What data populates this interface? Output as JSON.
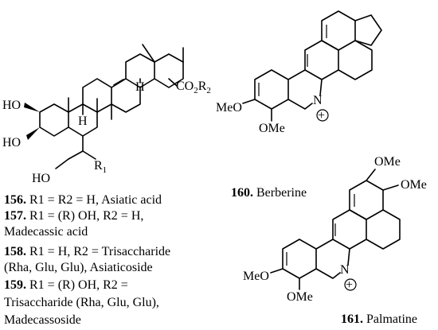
{
  "triterpenoid": {
    "atoms": {
      "ho_top": "HO",
      "ho_mid": "HO",
      "ho_bottom": "HO",
      "h_upper": "H",
      "h_lower": "H",
      "ester": "CO",
      "ester_sub": "2",
      "ester_r": "R",
      "ester_r_sub": "2",
      "r1": "R",
      "r1_sub": "1"
    },
    "captions": [
      {
        "number": "156.",
        "text": " R1 = R2 = H, Asiatic acid"
      },
      {
        "number": "157.",
        "text": " R1 = (R) OH, R2 = H,"
      },
      {
        "number": "",
        "text": "Madecassic acid"
      },
      {
        "number": "158.",
        "text": " R1 = H, R2 = Trisaccharide"
      },
      {
        "number": "",
        "text": "(Rha, Glu, Glu), Asiaticoside"
      },
      {
        "number": "159.",
        "text": " R1 = (R) OH, R2 ="
      },
      {
        "number": "",
        "text": "Trisaccharide (Rha, Glu, Glu),"
      },
      {
        "number": "",
        "text": "Madecassoside"
      }
    ]
  },
  "berberine": {
    "atoms": {
      "n": "N",
      "plus": "+",
      "ome1": "MeO",
      "ome2": "OMe"
    },
    "caption_number": "160.",
    "caption_text": " Berberine"
  },
  "palmatine": {
    "atoms": {
      "n": "N",
      "plus": "+",
      "ome1": "MeO",
      "ome2": "OMe",
      "ome3": "OMe",
      "ome4": "OMe"
    },
    "caption_number": "161.",
    "caption_text": " Palmatine"
  }
}
